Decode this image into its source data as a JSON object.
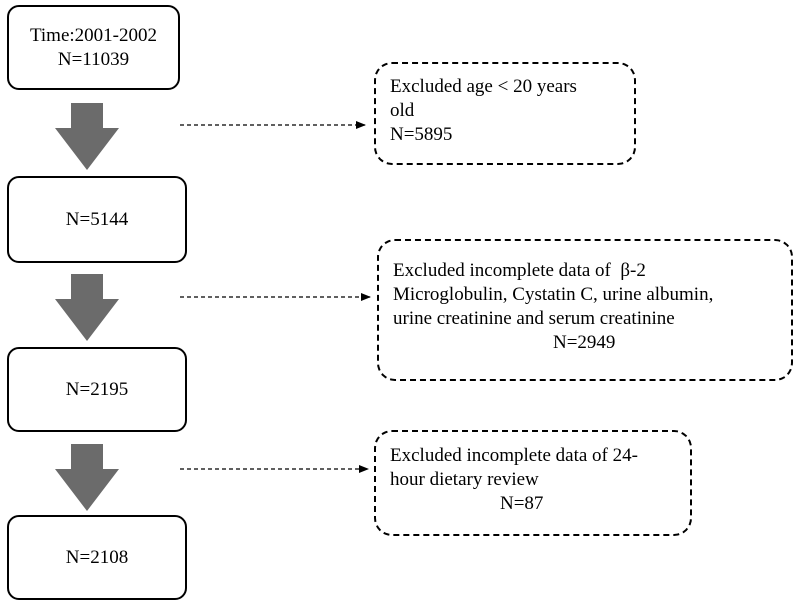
{
  "flow": {
    "steps": [
      {
        "line1": "Time:2001-2002",
        "line2": "N=11039"
      },
      {
        "line1": "N=5144"
      },
      {
        "line1": "N=2195"
      },
      {
        "line1": "N=2108"
      }
    ],
    "exclusions": [
      {
        "lines": [
          "Excluded age < 20 years",
          "old",
          "N=5895"
        ]
      },
      {
        "lines": [
          "Excluded incomplete data of  β-2",
          "Microglobulin, Cystatin C, urine albumin,",
          "urine creatinine and serum creatinine"
        ],
        "count": "N=2949"
      },
      {
        "lines": [
          "Excluded incomplete data of 24-",
          "hour dietary review"
        ],
        "count": "N=87"
      }
    ]
  },
  "colors": {
    "arrow_fill": "#6b6b6b",
    "border": "#000000"
  }
}
